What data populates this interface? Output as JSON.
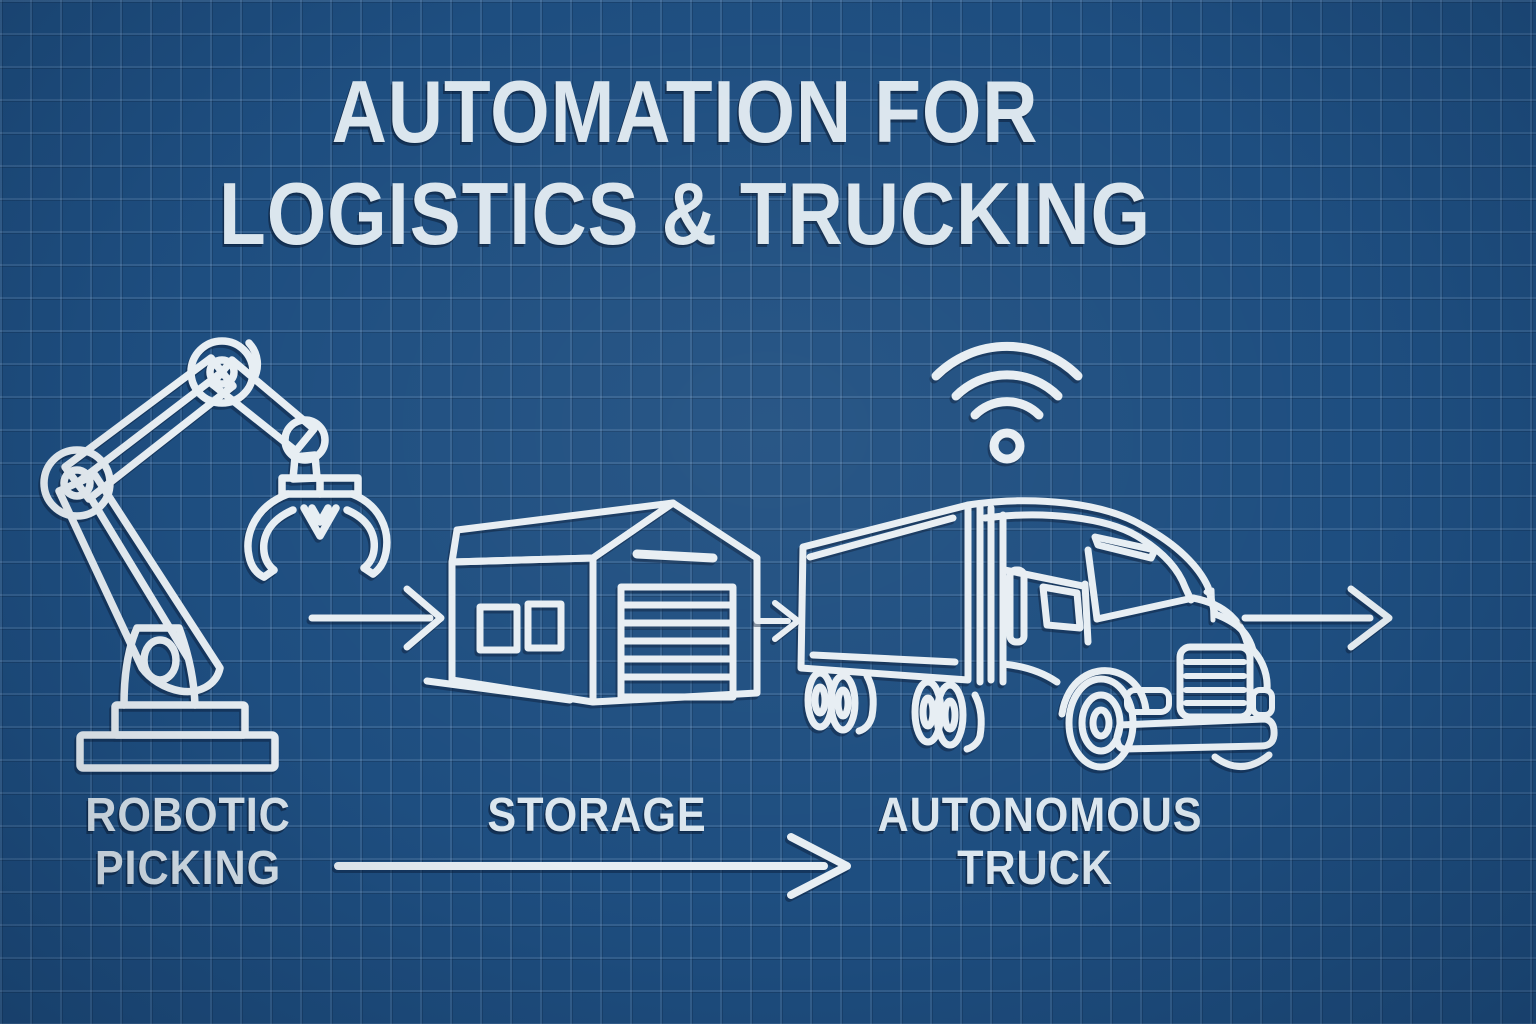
{
  "title": {
    "line1": "AUTOMATION FOR",
    "line2": "LOGISTICS & TRUCKING"
  },
  "stages": [
    {
      "id": "robotic-picking",
      "label_line1": "ROBOTIC",
      "label_line2": "PICKING",
      "icon": "robot-arm-icon"
    },
    {
      "id": "storage",
      "label_line1": "STORAGE",
      "label_line2": "",
      "icon": "warehouse-icon"
    },
    {
      "id": "autonomous-truck",
      "label_line1": "AUTONOMOUS",
      "label_line2": "TRUCK",
      "icon": "truck-icon",
      "secondary_icon": "wifi-icon"
    }
  ],
  "flow": {
    "arrow_style": "open-chevron",
    "arrow_count": 4,
    "direction": "left-to-right"
  },
  "colors": {
    "background": "#1e4e80",
    "grid_line": "#3a699c",
    "line_art": "#e7eef3",
    "text": "#dbe6ee",
    "shadow": "#091b35"
  },
  "style": "blueprint"
}
